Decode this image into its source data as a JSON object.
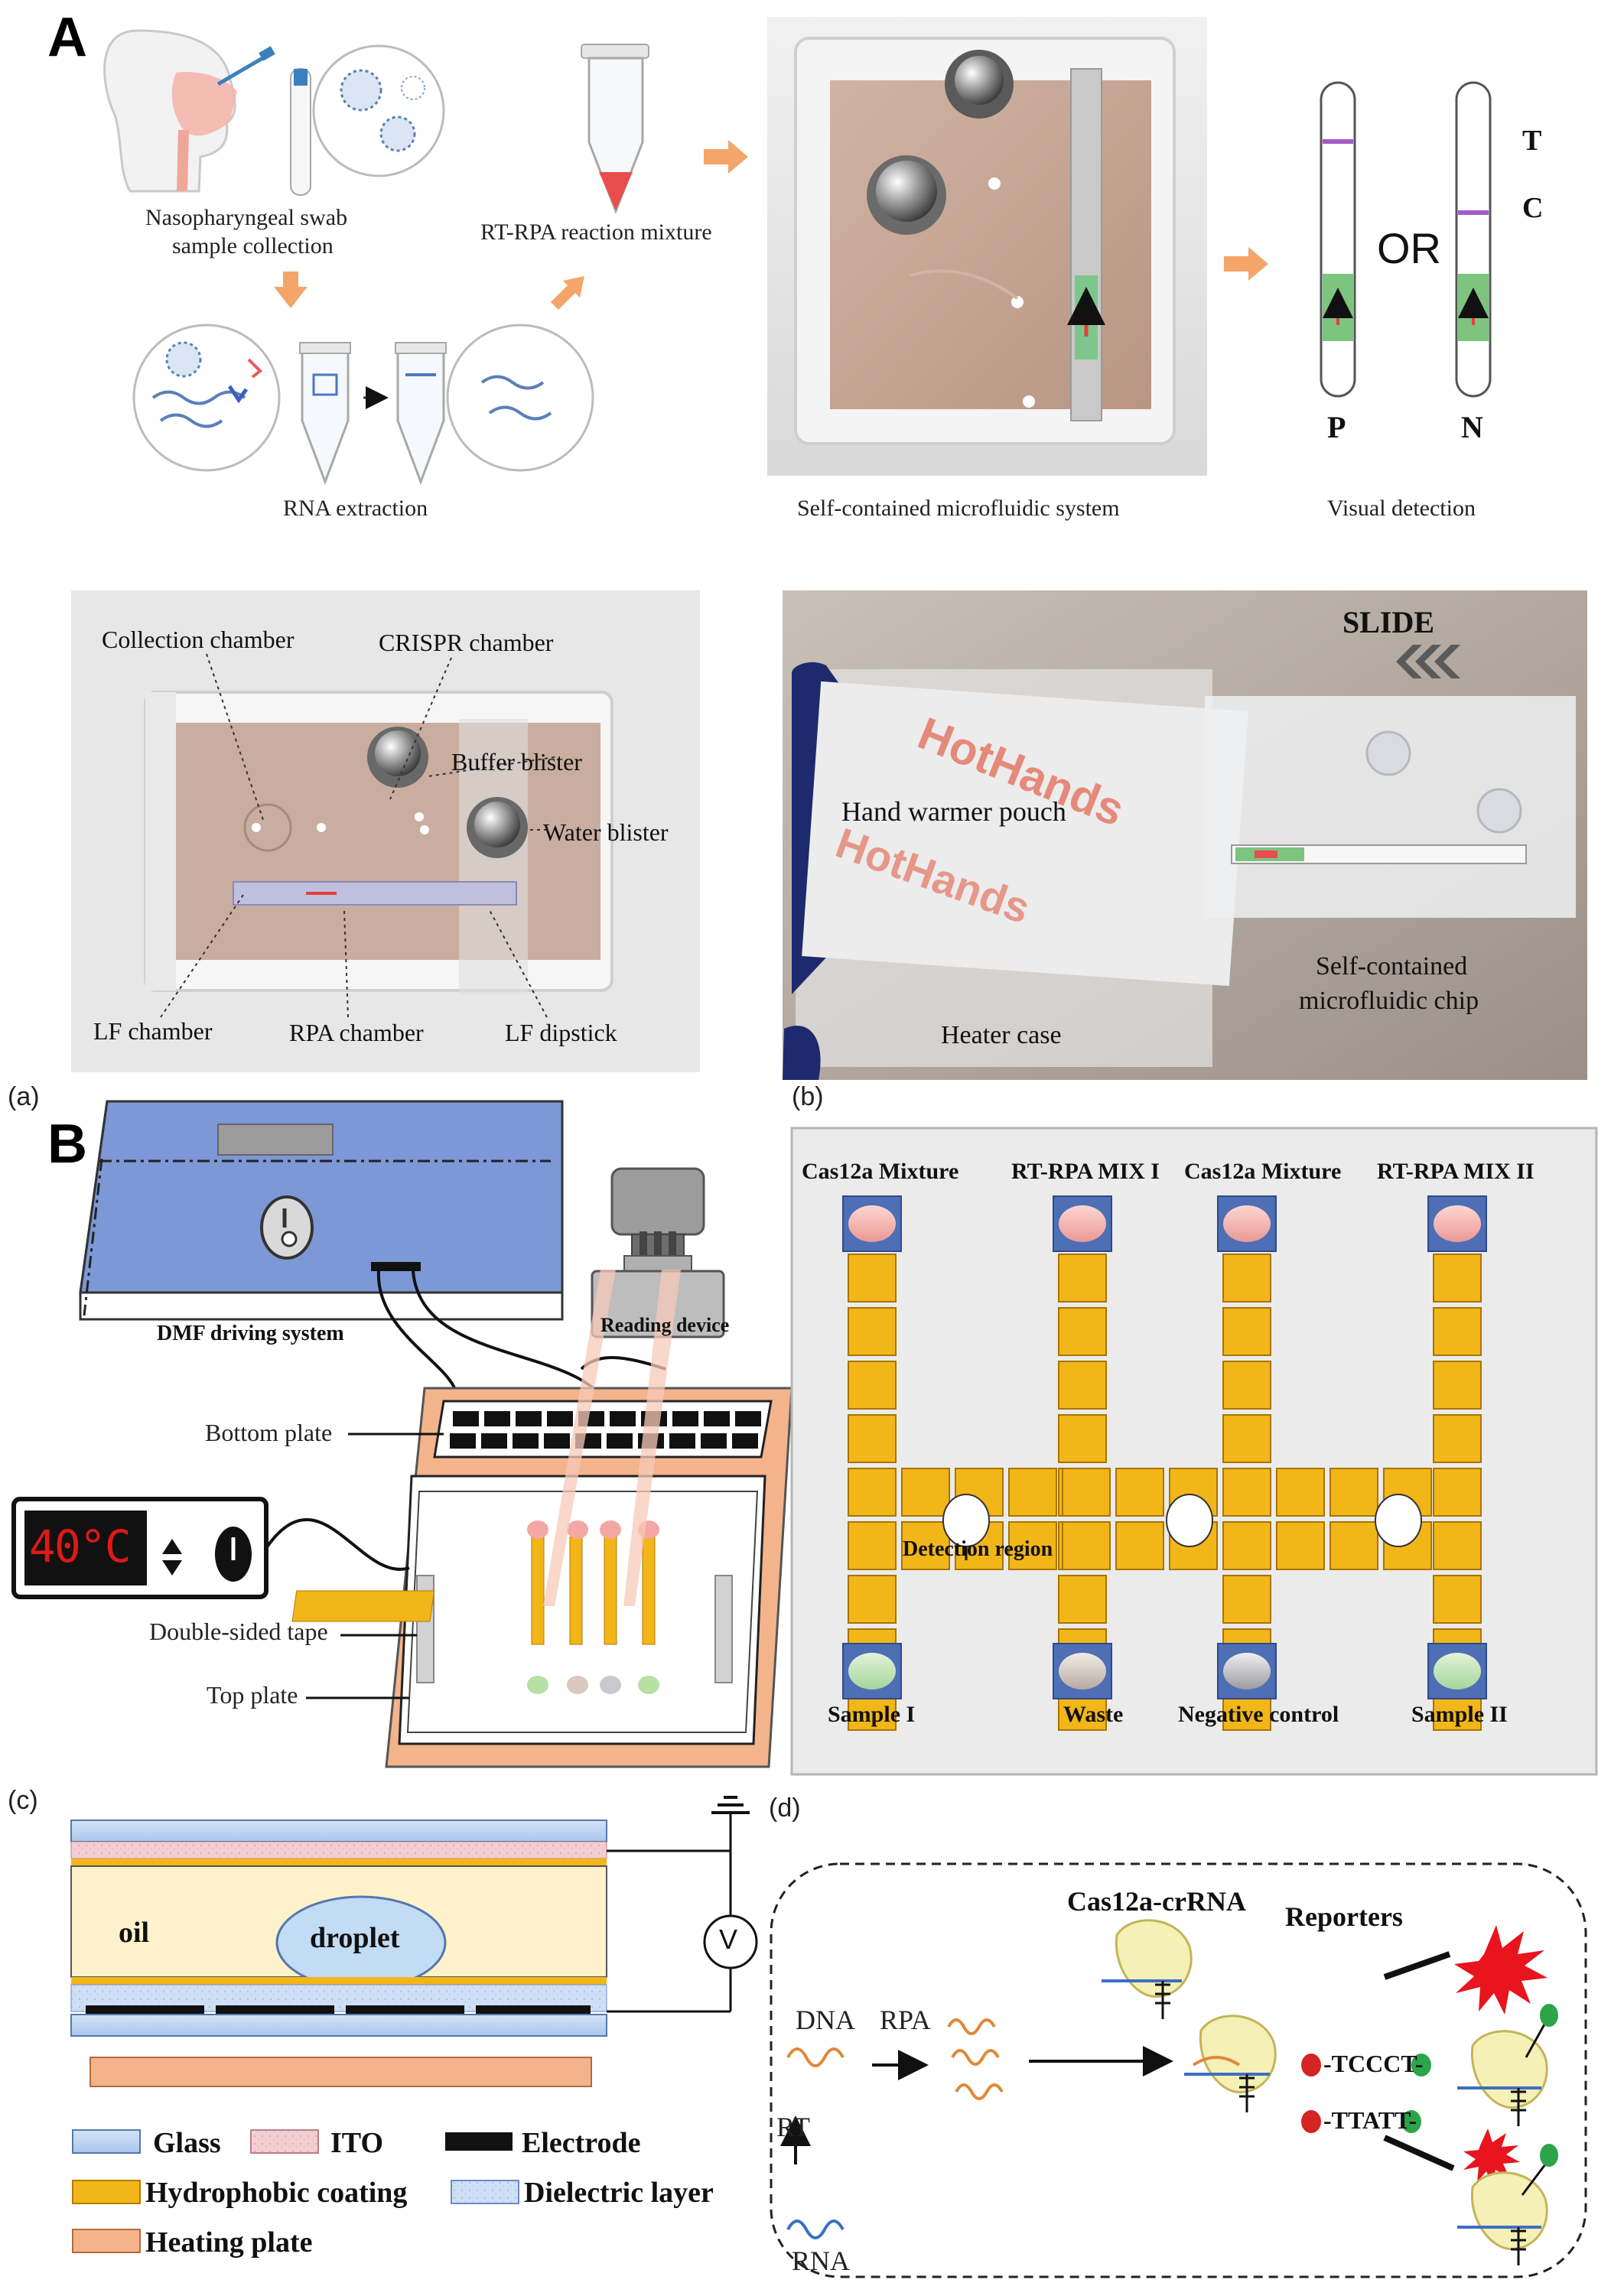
{
  "panel_a": {
    "letter": "A",
    "workflow": {
      "swab": "Nasopharyngeal swab",
      "swab2": "sample collection",
      "rna": "RNA extraction",
      "rtrpa": "RT-RPA reaction mixture",
      "system": "Self-contained microfluidic system",
      "visual": "Visual detection",
      "strip_t": "T",
      "strip_c": "C",
      "or": "OR",
      "strip_p": "P",
      "strip_n": "N"
    },
    "chip_labels": {
      "collection": "Collection chamber",
      "crispr": "CRISPR chamber",
      "buffer": "Buffer blister",
      "water": "Water blister",
      "lf_chamber": "LF chamber",
      "rpa_chamber": "RPA chamber",
      "lf_dipstick": "LF dipstick"
    },
    "photo_labels": {
      "slide": "SLIDE",
      "pouch": "Hand warmer pouch",
      "chip1": "Self-contained",
      "chip2": "microfluidic chip",
      "heater": "Heater case"
    }
  },
  "panel_b": {
    "letter": "B",
    "sub_a": "(a)",
    "sub_b": "(b)",
    "sub_c": "(c)",
    "sub_d": "(d)",
    "device": {
      "dmf": "DMF driving system",
      "reading": "Reading device",
      "bottom": "Bottom plate",
      "tape": "Double-sided tape",
      "top": "Top plate",
      "temp": "40°C"
    },
    "chip": {
      "cas1": "Cas12a Mixture",
      "mix1": "RT-RPA MIX I",
      "cas2": "Cas12a Mixture",
      "mix2": "RT-RPA MIX II",
      "detection": "Detection region",
      "sample1": "Sample I",
      "waste": "Waste",
      "neg": "Negative control",
      "sample2": "Sample II"
    },
    "cross": {
      "oil": "oil",
      "droplet": "droplet",
      "volt": "V"
    },
    "legend": {
      "glass": "Glass",
      "ito": "ITO",
      "electrode": "Electrode",
      "hydro": "Hydrophobic coating",
      "dielectric": "Dielectric layer",
      "heating": "Heating plate"
    },
    "mechanism": {
      "cas": "Cas12a-crRNA",
      "reporters": "Reporters",
      "dna": "DNA",
      "rpa": "RPA",
      "rt": "RT",
      "rna": "RNA",
      "rep1": "-TCCCT-",
      "rep2": "-TTATT-"
    }
  },
  "colors": {
    "orange_arrow": "#f4a56a",
    "electrode_gold": "#f2b619",
    "chip_bg": "#ebebeb",
    "dmf_blue": "#7d98d6",
    "heater_orange": "#f3b48c",
    "purple_band": "#a45bc8",
    "green_band": "#7cc47f"
  }
}
